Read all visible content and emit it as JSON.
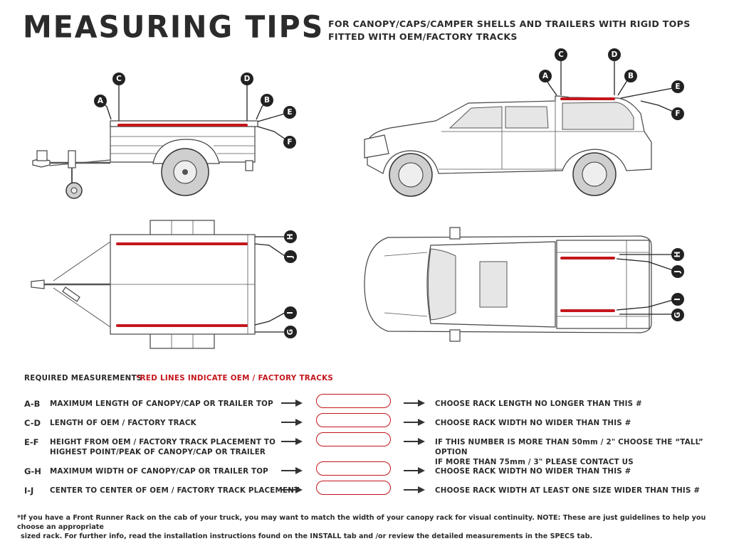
{
  "header": {
    "title": "MEASURING TIPS",
    "subtitle_line1": "FOR CANOPY/CAPS/CAMPER SHELLS AND TRAILERS WITH RIGID TOPS",
    "subtitle_line2": "FITTED WITH OEM/FACTORY TRACKS"
  },
  "markers": {
    "A": "A",
    "B": "B",
    "C": "C",
    "D": "D",
    "E": "E",
    "F": "F",
    "G": "G",
    "H": "H",
    "I": "I",
    "J": "J"
  },
  "colors": {
    "track_red": "#c4161c",
    "marker_dark": "#222222",
    "text_dark": "#2b2b2b"
  },
  "measurements": {
    "header": "REQUIRED MEASUREMENTS",
    "note": "*RED LINES INDICATE OEM / FACTORY TRACKS",
    "rows": [
      {
        "code": "A-B",
        "description_line1": "MAXIMUM  LENGTH OF CANOPY/CAP OR TRAILER TOP",
        "description_line2": "",
        "has_input": true,
        "result_line1": "CHOOSE RACK LENGTH NO LONGER THAN THIS #",
        "result_line2": ""
      },
      {
        "code": "C-D",
        "description_line1": "LENGTH OF OEM / FACTORY TRACK",
        "description_line2": "",
        "has_input": true,
        "result_line1": "CHOOSE RACK WIDTH NO WIDER THAN THIS #",
        "result_line2": ""
      },
      {
        "code": "E-F",
        "description_line1": "HEIGHT FROM OEM / FACTORY TRACK PLACEMENT TO",
        "description_line2": "HIGHEST POINT/PEAK OF CANOPY/CAP OR TRAILER",
        "has_input": true,
        "result_line1": "IF THIS NUMBER IS MORE THAN 50mm / 2\" CHOOSE THE “TALL” OPTION",
        "result_line2": "IF MORE THAN 75mm / 3\" PLEASE CONTACT US"
      },
      {
        "code": "G-H",
        "description_line1": "MAXIMUM  WIDTH OF CANOPY/CAP OR TRAILER TOP",
        "description_line2": "",
        "has_input": true,
        "result_line1": "CHOOSE RACK WIDTH NO WIDER THAN THIS #",
        "result_line2": ""
      },
      {
        "code": "I-J",
        "description_line1": "CENTER TO CENTER OF OEM / FACTORY TRACK PLACEMENT",
        "description_line2": "",
        "has_input": true,
        "result_line1": "CHOOSE RACK WIDTH AT LEAST ONE SIZE WIDER THAN THIS #",
        "result_line2": ""
      }
    ]
  },
  "footnote": {
    "line1": "*If you have a Front Runner Rack on the cab of your truck, you may want to match the width of your canopy rack for visual continuity. NOTE: These are just guidelines to help you choose an appropriate",
    "line2": "sized rack. For further info, read the installation instructions found on the INSTALL tab and /or review the detailed measurements in the SPECS tab."
  }
}
